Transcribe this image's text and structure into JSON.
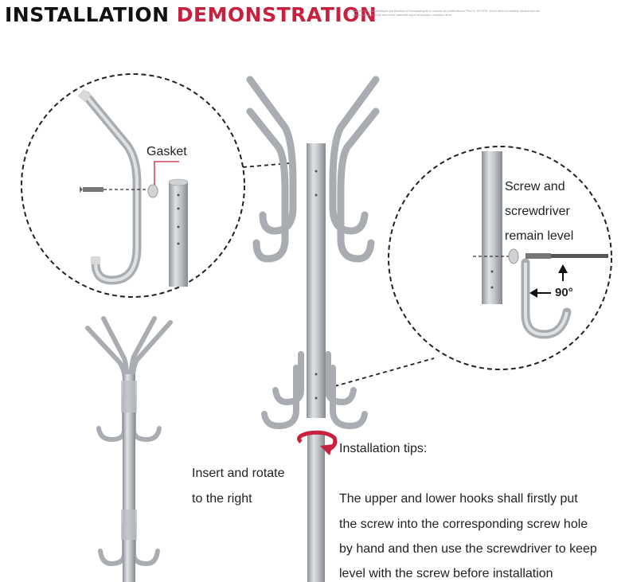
{
  "header": {
    "title_part1": "INSTALLATION",
    "title_part2": "DEMONSTRATION",
    "fine_print": "Buy 99.9% formaldehyde purification of formaldehyde to reduce air purifications PM2.5, 99.97%· Don't stick to healthy environmental protection item tools new thick material super anti-static oxidation item"
  },
  "callouts": {
    "gasket": "Gasket",
    "screw_level_1": "Screw and",
    "screw_level_2": "screwdriver",
    "screw_level_3": "remain level",
    "angle": "90°"
  },
  "rotate": {
    "line1": "Insert and rotate",
    "line2": "to the right"
  },
  "tips": {
    "heading": "Installation tips:",
    "lines": [
      "The upper and lower hooks shall firstly put",
      "the screw into the corresponding screw hole",
      "by hand and then use the screwdriver to keep",
      " level with the screw before installation"
    ]
  },
  "colors": {
    "title_accent": "#c8203f",
    "metal": "#b9bcc0",
    "rotate_arrow": "#c8203f"
  }
}
